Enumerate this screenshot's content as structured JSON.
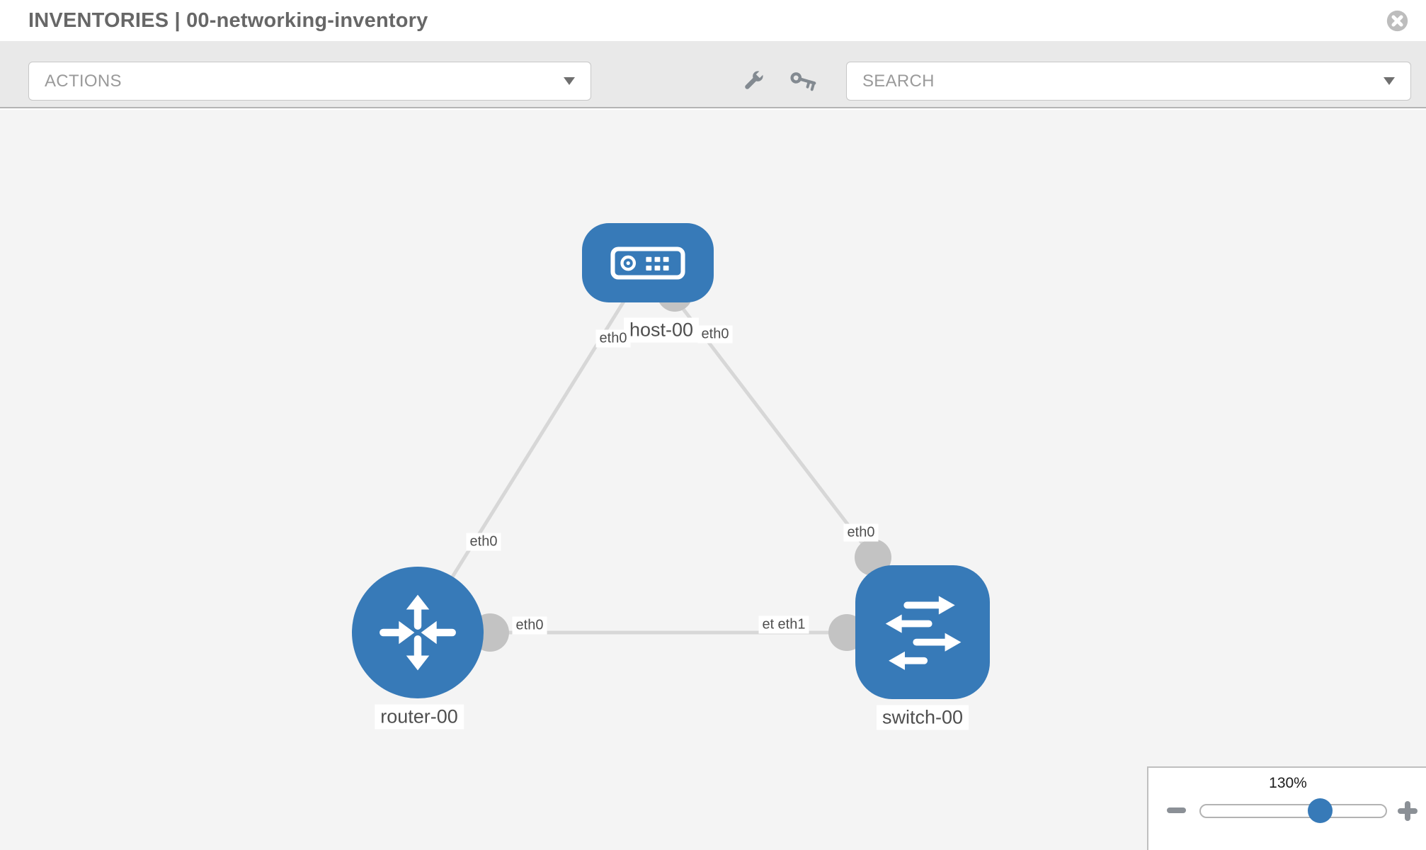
{
  "header": {
    "title": "INVENTORIES | 00-networking-inventory"
  },
  "toolbar": {
    "actions_placeholder": "ACTIONS",
    "search_placeholder": "SEARCH"
  },
  "icons": {
    "close": "circle-x",
    "actions_caret": "caret-down",
    "search_caret": "caret-down",
    "tools": "wrench",
    "credentials": "key",
    "zoom_out": "minus",
    "zoom_in": "plus"
  },
  "topology": {
    "node_labels": {
      "host": "host-00",
      "router": "router-00",
      "switch": "switch-00"
    },
    "interface_labels": {
      "host_left": "eth0",
      "host_right": "eth0",
      "router_uplink": "eth0",
      "switch_uplink": "eth0",
      "link_mid_left": "eth0",
      "link_mid_right_back": "eth0",
      "link_mid_right_front": "eth1"
    }
  },
  "zoom_control": {
    "level": "130%"
  },
  "colors": {
    "node_blue": "#377ab8",
    "link_gray": "#d7d7d7",
    "interface_gray": "#c3c3c3",
    "toolbar_gray": "#e9e9e9",
    "canvas_gray": "#f4f4f4"
  }
}
